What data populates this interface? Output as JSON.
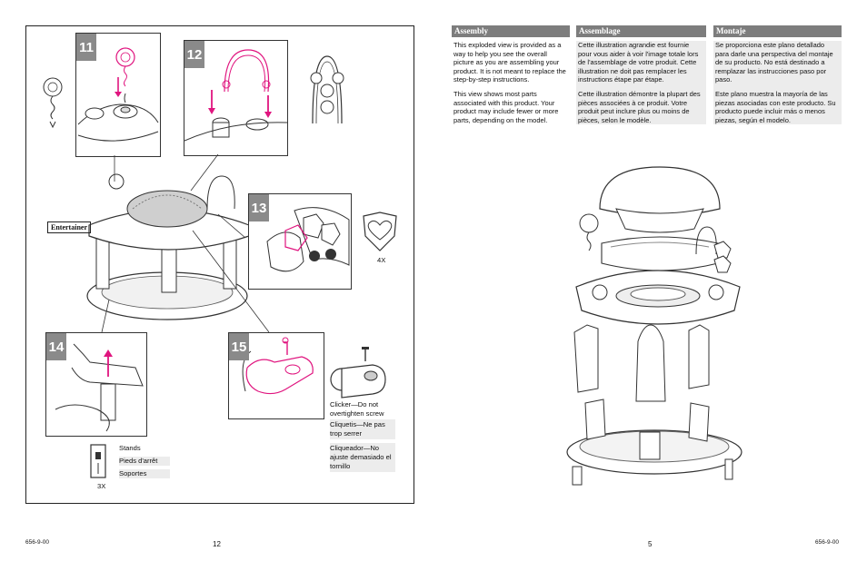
{
  "left_page": {
    "steps": [
      "11",
      "12",
      "13",
      "14",
      "15"
    ],
    "brand_label": "Entertainer",
    "qty_heart": "4X",
    "qty_stands": "3X",
    "stands_labels": [
      "Stands",
      "Pieds d'arrêt",
      "Soportes"
    ],
    "clicker_labels": [
      "Clicker—Do not overtighten screw",
      "Cliquetis—Ne pas trop serrer",
      "Cliqueador—No ajuste demasiado el tornillo"
    ],
    "footer_code": "656-9-00",
    "page_number": "12"
  },
  "right_page": {
    "columns": [
      {
        "heading": "Assembly",
        "paragraphs": [
          "This exploded view is provided as a way to help you see the overall picture as you are assembling your product. It is not meant to replace the step-by-step instructions.",
          "This view shows most parts associated with this product. Your product may include fewer or more parts, depending on the model."
        ]
      },
      {
        "heading": "Assemblage",
        "paragraphs": [
          "Cette illustration agrandie est fournie pour vous aider à voir l'image totale lors de l'assemblage de votre produit. Cette illustration ne doit pas remplacer les instructions étape par étape.",
          "Cette illustration démontre la plupart des pièces associées à ce produit. Votre produit peut inclure plus ou moins de pièces, selon le modèle."
        ]
      },
      {
        "heading": "Montaje",
        "paragraphs": [
          "Se proporciona este plano detallado para darle una perspectiva del montaje de su producto. No está destinado a remplazar las instrucciones paso por paso.",
          "Este plano muestra la mayoría de las piezas asociadas con este producto. Su producto puede incluir más o menos piezas, según el modelo."
        ]
      }
    ],
    "page_number": "5",
    "footer_code": "656-9-00"
  },
  "colors": {
    "accent": "#e0157f",
    "header_gray": "#7d7d7d",
    "label_bg": "#ececec"
  }
}
